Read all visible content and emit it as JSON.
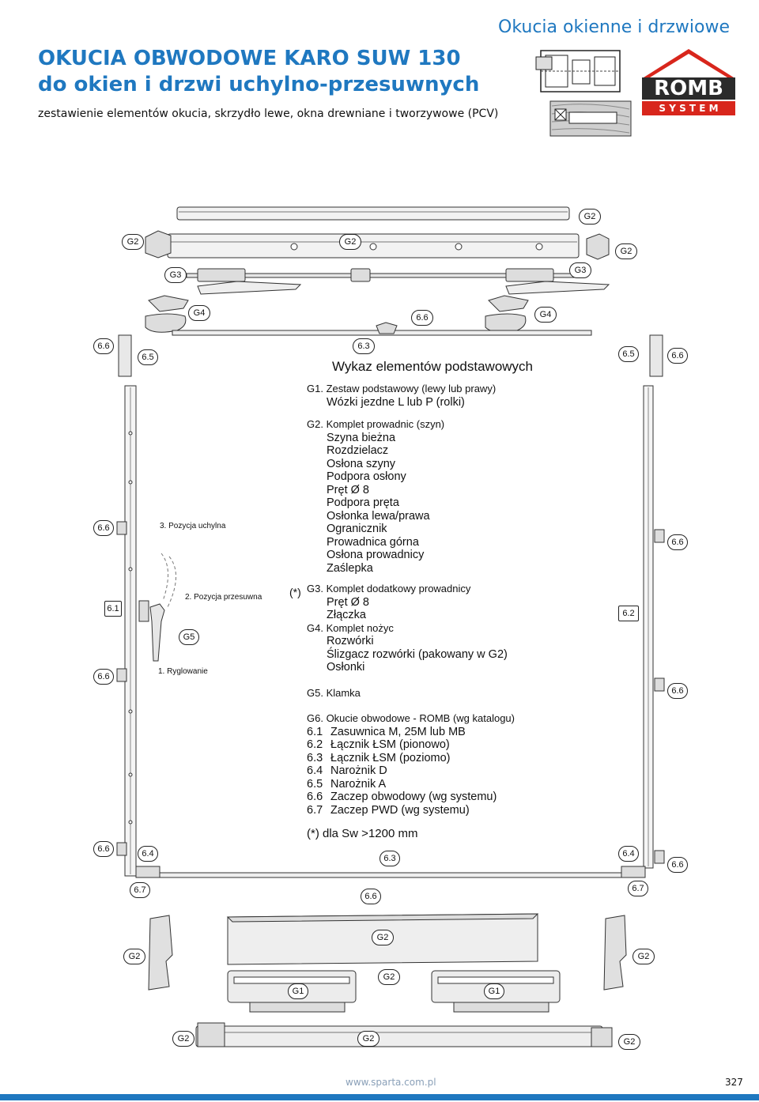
{
  "header": {
    "category": "Okucia okienne i drzwiowe",
    "title_line1": "OKUCIA OBWODOWE KARO SUW 130",
    "title_line2": "do okien i drzwi uchylno-przesuwnych",
    "subtitle": "zestawienie elementów okucia, skrzydło lewe, okna drewniane i tworzywowe (PCV)",
    "logo_word": "ROMB",
    "logo_sub": "S Y S T E M"
  },
  "callouts": {
    "g1": "G1",
    "g2": "G2",
    "g3": "G3",
    "g4": "G4",
    "g5": "G5",
    "c61": "6.1",
    "c62": "6.2",
    "c63": "6.3",
    "c64": "6.4",
    "c65": "6.5",
    "c66": "6.6",
    "c67": "6.7"
  },
  "positions_text": {
    "pos3": "3. Pozycja uchylna",
    "pos2": "2. Pozycja przesuwna",
    "pos1": "1. Ryglowanie"
  },
  "legend": {
    "heading": "Wykaz elementów podstawowych",
    "star": "(*)",
    "g1_title": "G1. Zestaw podstawowy (lewy lub prawy)",
    "g1_items": [
      "Wózki jezdne L lub P (rolki)"
    ],
    "g2_title": "G2. Komplet prowadnic (szyn)",
    "g2_items": [
      "Szyna bieżna",
      "Rozdzielacz",
      "Osłona szyny",
      "Podpora osłony",
      "Pręt Ø 8",
      "Podpora pręta",
      "Osłonka lewa/prawa",
      "Ogranicznik",
      "Prowadnica górna",
      "Osłona prowadnicy",
      "Zaślepka"
    ],
    "g3_title": "G3. Komplet dodatkowy prowadnicy",
    "g3_items": [
      "Pręt Ø 8",
      "Złączka"
    ],
    "g4_title": "G4. Komplet nożyc",
    "g4_items": [
      "Rozwórki",
      "Ślizgacz rozwórki (pakowany w G2)",
      "Osłonki"
    ],
    "g5_title": "G5. Klamka",
    "g6_title": "G6.  Okucie obwodowe - ROMB (wg katalogu)",
    "g6_items": [
      {
        "num": "6.1",
        "text": "Zasuwnica M, 25M lub MB"
      },
      {
        "num": "6.2",
        "text": "Łącznik ŁSM (pionowo)"
      },
      {
        "num": "6.3",
        "text": "Łącznik ŁSM (poziomo)"
      },
      {
        "num": "6.4",
        "text": "Narożnik D"
      },
      {
        "num": "6.5",
        "text": "Narożnik A"
      },
      {
        "num": "6.6",
        "text": "Zaczep obwodowy (wg systemu)"
      },
      {
        "num": "6.7",
        "text": "Zaczep PWD          (wg systemu)"
      }
    ],
    "note": "(*) dla Sw >1200 mm"
  },
  "footer": {
    "url": "www.sparta.com.pl",
    "page": "327"
  },
  "colors": {
    "accent_blue": "#1f78c0",
    "logo_red": "#d8261c",
    "logo_dark": "#2b2b2b"
  },
  "icons": [
    "romb-system-logo",
    "window-profile-section-icon"
  ]
}
